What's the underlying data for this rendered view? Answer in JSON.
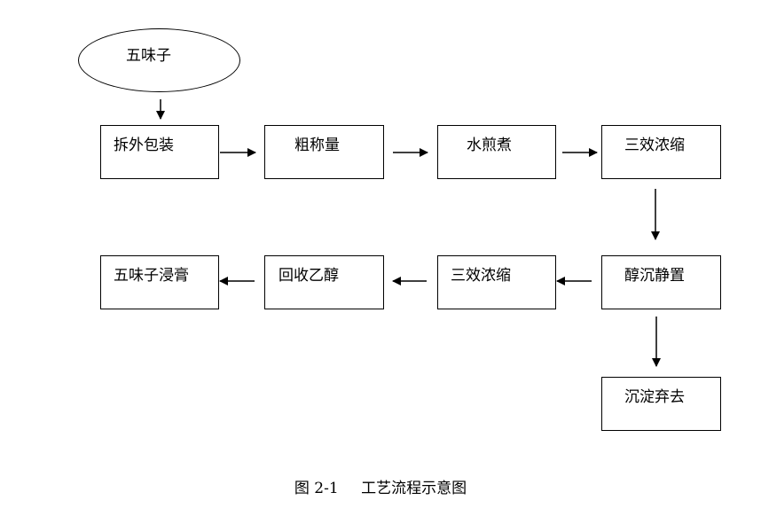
{
  "nodes": {
    "start": "五味子",
    "n1": "拆外包装",
    "n2": "粗称量",
    "n3": "水煎煮",
    "n4": "三效浓缩",
    "n5": "醇沉静置",
    "n6": "三效浓缩",
    "n7": "回收乙醇",
    "n8": "五味子浸膏",
    "n9": "沉淀弃去"
  },
  "caption": {
    "number": "图 2-1",
    "title": "工艺流程示意图"
  }
}
